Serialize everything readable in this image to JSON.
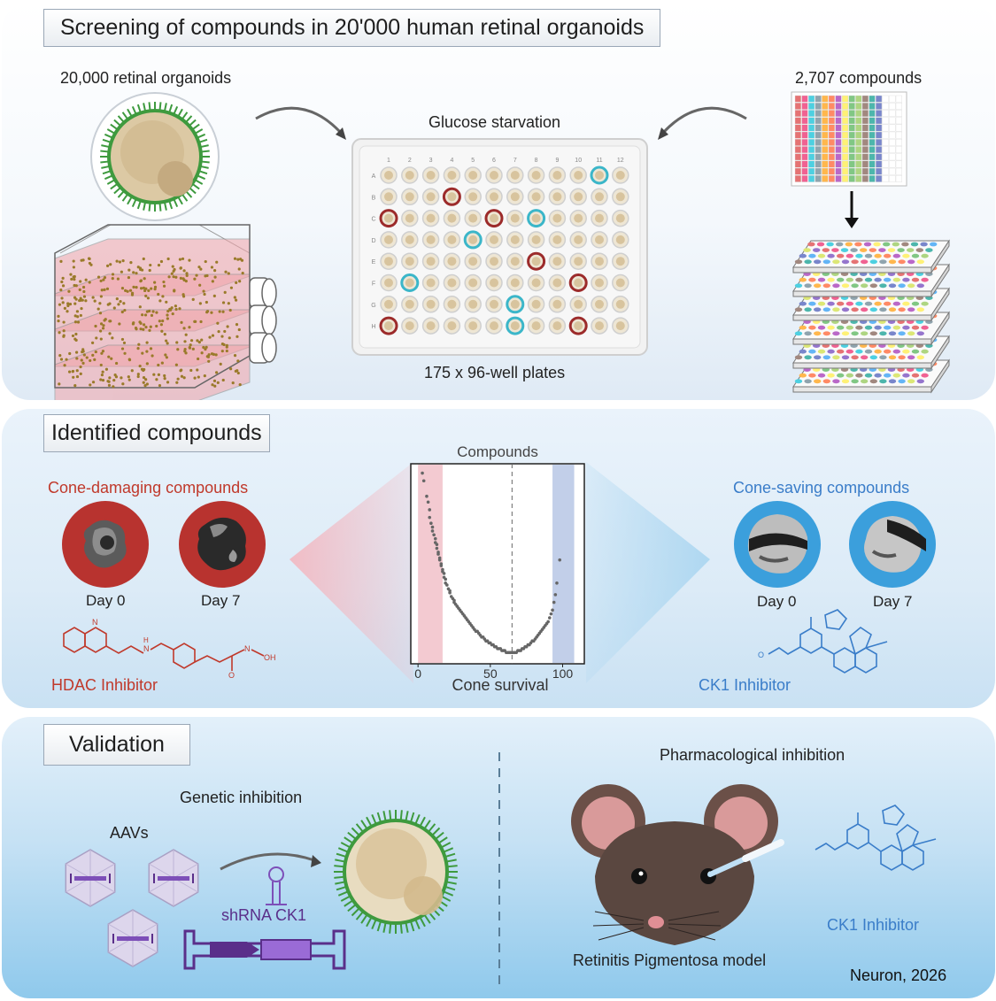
{
  "screening": {
    "title": "Screening of compounds in 20'000 human retinal organoids",
    "organoids_label": "20,000 retinal organoids",
    "starvation_label": "Glucose starvation",
    "compounds_label": "2,707 compounds",
    "plates_label": "175 x 96-well plates",
    "plate_cols": [
      "1",
      "2",
      "3",
      "4",
      "5",
      "6",
      "7",
      "8",
      "9",
      "10",
      "11",
      "12"
    ],
    "plate_rows": [
      "A",
      "B",
      "C",
      "D",
      "E",
      "F",
      "G",
      "H"
    ]
  },
  "identified": {
    "title": "Identified compounds",
    "damaging_label": "Cone-damaging compounds",
    "saving_label": "Cone-saving compounds",
    "day0": "Day 0",
    "day7": "Day 7",
    "hdac_label": "HDAC Inhibitor",
    "ck1_label": "CK1 Inhibitor",
    "chem_labels": {
      "n": "N",
      "h": "H",
      "o": "O",
      "oh": "OH"
    }
  },
  "chart_data": {
    "type": "scatter",
    "title": "Compounds",
    "xlabel": "Cone survival",
    "ylabel": "",
    "xlim": [
      -5,
      115
    ],
    "xticks": [
      0,
      50,
      100
    ],
    "grid": false,
    "vline": 65,
    "bands": [
      {
        "from": 0,
        "to": 17,
        "color": "#efb8c2"
      },
      {
        "from": 93,
        "to": 108,
        "color": "#aebfe2"
      }
    ],
    "x": [
      3,
      4,
      6,
      7,
      8,
      8,
      9,
      10,
      10,
      11,
      12,
      12,
      13,
      13,
      14,
      14,
      15,
      15,
      16,
      16,
      17,
      17,
      18,
      18,
      19,
      19,
      20,
      21,
      22,
      22,
      23,
      24,
      25,
      25,
      26,
      27,
      28,
      29,
      30,
      31,
      32,
      33,
      34,
      35,
      36,
      37,
      38,
      39,
      40,
      41,
      42,
      43,
      44,
      45,
      46,
      47,
      48,
      49,
      50,
      51,
      52,
      53,
      54,
      55,
      56,
      57,
      58,
      59,
      60,
      61,
      62,
      63,
      64,
      65,
      66,
      67,
      68,
      69,
      70,
      71,
      72,
      73,
      74,
      75,
      76,
      77,
      78,
      79,
      80,
      81,
      82,
      83,
      84,
      85,
      86,
      87,
      88,
      89,
      90,
      91,
      92,
      93,
      94,
      95,
      96,
      98
    ],
    "y": [
      0.97,
      0.93,
      0.85,
      0.82,
      0.78,
      0.74,
      0.71,
      0.69,
      0.67,
      0.65,
      0.63,
      0.61,
      0.6,
      0.58,
      0.56,
      0.55,
      0.53,
      0.52,
      0.5,
      0.49,
      0.47,
      0.46,
      0.45,
      0.43,
      0.42,
      0.4,
      0.39,
      0.37,
      0.36,
      0.35,
      0.33,
      0.32,
      0.31,
      0.3,
      0.29,
      0.28,
      0.27,
      0.26,
      0.25,
      0.24,
      0.23,
      0.22,
      0.21,
      0.2,
      0.19,
      0.18,
      0.17,
      0.16,
      0.15,
      0.15,
      0.14,
      0.13,
      0.12,
      0.12,
      0.11,
      0.1,
      0.1,
      0.09,
      0.09,
      0.08,
      0.08,
      0.07,
      0.07,
      0.06,
      0.06,
      0.06,
      0.05,
      0.05,
      0.05,
      0.04,
      0.04,
      0.04,
      0.04,
      0.04,
      0.04,
      0.04,
      0.04,
      0.05,
      0.05,
      0.05,
      0.06,
      0.06,
      0.07,
      0.07,
      0.08,
      0.08,
      0.09,
      0.1,
      0.1,
      0.11,
      0.12,
      0.13,
      0.14,
      0.15,
      0.16,
      0.17,
      0.18,
      0.19,
      0.2,
      0.22,
      0.24,
      0.26,
      0.3,
      0.34,
      0.4,
      0.52
    ]
  },
  "validation": {
    "title": "Validation",
    "genetic_label": "Genetic inhibition",
    "aavs_label": "AAVs",
    "shrna_label": "shRNA CK1",
    "pharma_label": "Pharmacological inhibition",
    "ck1_label": "CK1 Inhibitor",
    "model_label": "Retinitis Pigmentosa model"
  },
  "citation": "Neuron, 2026",
  "colors": {
    "damaging": "#c0392b",
    "saving": "#3a7dc9",
    "cyan_well": "#3bb6c9",
    "red_well": "#9c2b2b",
    "flask": "#f1a3a8",
    "organoid_fill": "#dcc9a4",
    "cilia": "#3e9a3e",
    "mouse": "#5a4740",
    "purple": "#7d4fb8"
  }
}
